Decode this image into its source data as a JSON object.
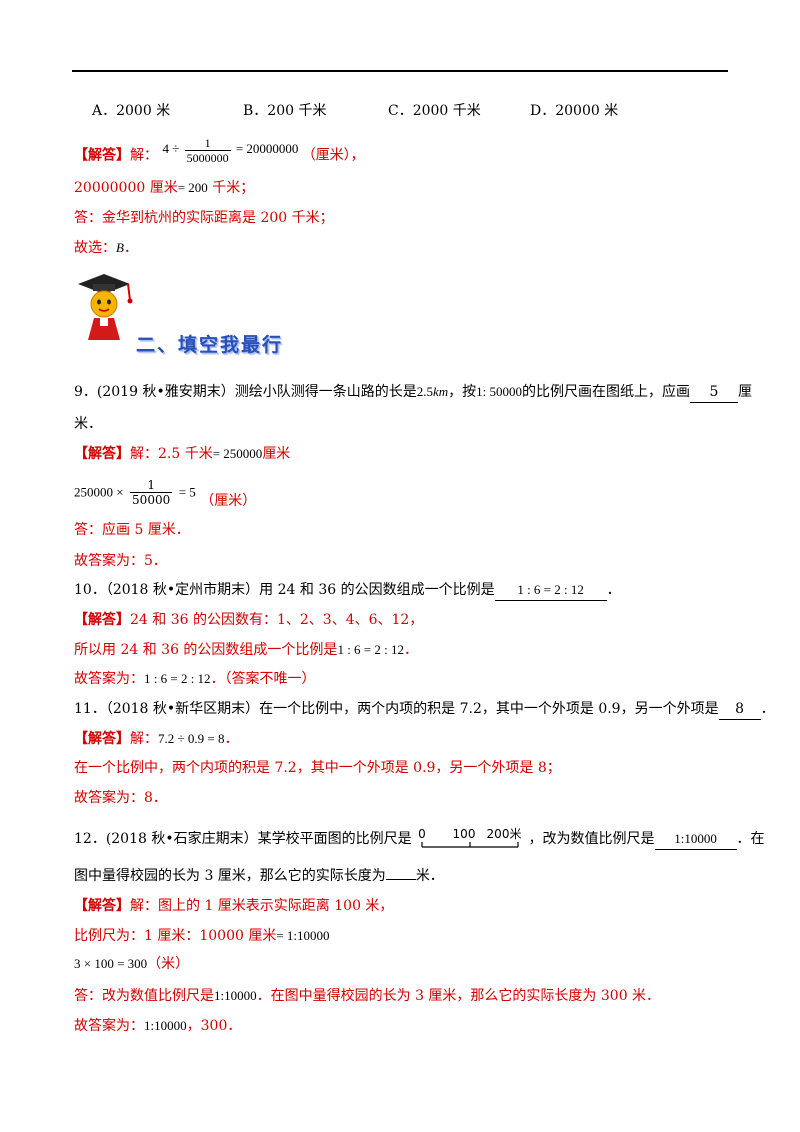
{
  "options": {
    "a": "A．2000 米",
    "b": "B．200 千米",
    "c": "C．2000 千米",
    "d": "D．20000 米"
  },
  "q8": {
    "tag": "【解答】",
    "lead": "解：",
    "expr_pre": "4 ÷",
    "frac_num": "1",
    "frac_den": "5000000",
    "expr_post": "= 20000000",
    "unit": "（厘米），",
    "line2_pre": "20000000 厘米",
    "line2_eq": "= 200",
    "line2_post": " 千米；",
    "answer": "答：金华到杭州的实际距离是 200 千米；",
    "choice_pre": "故选：",
    "choice": "B",
    "choice_post": "．"
  },
  "section": {
    "title": "二、填空我最行"
  },
  "q9": {
    "stem1": "9．(2019 秋•雅安期末）测绘小队测得一条山路的长是",
    "length": "2.5",
    "length_unit": "km",
    "stem2": "，按",
    "scale": "1: 50000",
    "stem3": "的比例尺画在图纸上，应画",
    "blank": "5",
    "stem4": "厘",
    "stem5": "米．",
    "tag": "【解答】",
    "sol1_pre": "解：2.5 千米",
    "sol1_eq": "= 250000",
    "sol1_post": "厘米",
    "sol2_pre": "250000 ×",
    "frac_num": "1",
    "frac_den": "50000",
    "sol2_post": "= 5",
    "sol2_unit": "（厘米）",
    "answer": "答：应画 5 厘米．",
    "final": "故答案为：5．"
  },
  "q10": {
    "stem1": "10．（2018 秋•定州市期末）用 24 和 36 的公因数组成一个比例是",
    "blank": "1 : 6 = 2 : 12",
    "stem2": "．",
    "tag": "【解答】",
    "sol1": "24 和 36 的公因数有：1、2、3、4、6、12，",
    "sol2_pre": "所以用 24 和 36 的公因数组成一个比例是",
    "sol2_expr": "1 : 6 = 2 : 12",
    "sol2_post": "．",
    "final_pre": "故答案为：",
    "final_expr": "1 : 6 = 2 : 12",
    "final_post": "．（答案不唯一）"
  },
  "q11": {
    "stem1": "11．（2018 秋•新华区期末）在一个比例中，两个内项的积是 7.2，其中一个外项是 0.9，另一个外项是",
    "blank": "8",
    "stem2": "．",
    "tag": "【解答】",
    "sol_pre": "解：",
    "sol_expr": "7.2 ÷ 0.9 = 8",
    "sol_post": "．",
    "sol2": "在一个比例中，两个内项的积是 7.2，其中一个外项是 0.9，另一个外项是 8；",
    "final": "故答案为：8．"
  },
  "q12": {
    "stem1": "12．(2018 秋•石家庄期末）某学校平面图的比例尺是",
    "scale_labels": [
      "0",
      "100",
      "200米"
    ],
    "stem2": "，改为数值比例尺是",
    "blank": "1:10000",
    "stem3": "．在",
    "stem4": "图中量得校园的长为 3 厘米，那么它的实际长度为",
    "stem5": "米．",
    "tag": "【解答】",
    "sol1": "解：图上的 1 厘米表示实际距离 100 米，",
    "sol2_pre": "比例尺为：1 厘米：10000 厘米",
    "sol2_expr": "= 1:10000",
    "sol3_expr": "3 × 100 = 300",
    "sol3_unit": "（米）",
    "answer_pre": "答：改为数值比例尺是",
    "answer_expr": "1:10000",
    "answer_post": "．在图中量得校园的长为 3 厘米，那么它的实际长度为  300 米．",
    "final_pre": "故答案为：",
    "final_expr": "1:10000",
    "final_post": "，300．"
  }
}
